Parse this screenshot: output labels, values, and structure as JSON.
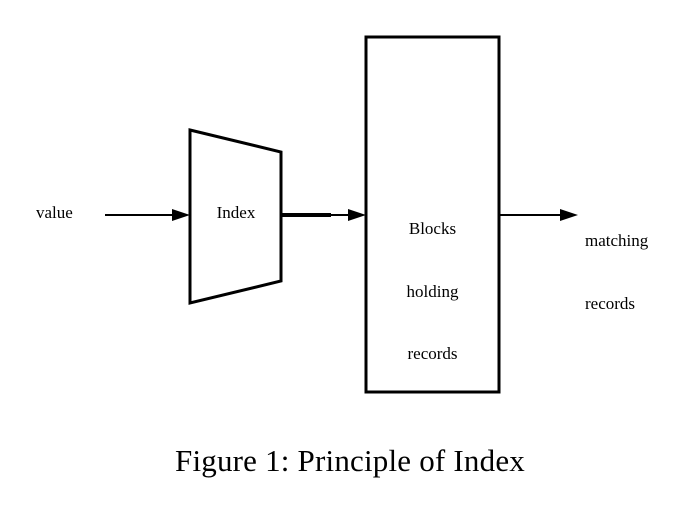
{
  "figure": {
    "caption": "Figure 1: Principle of Index",
    "background_color": "#ffffff",
    "stroke_color": "#000000"
  },
  "diagram": {
    "type": "flow-diagram",
    "nodes": [
      {
        "id": "input-value",
        "shape": "text",
        "label": "value"
      },
      {
        "id": "index",
        "shape": "trapezoid",
        "label": "Index"
      },
      {
        "id": "blocks",
        "shape": "rectangle",
        "label_lines": [
          "Blocks",
          "holding",
          "records"
        ],
        "line1": "Blocks",
        "line2": "holding",
        "line3": "records"
      },
      {
        "id": "output-records",
        "shape": "text",
        "label_lines": [
          "matching",
          "records"
        ],
        "line1": "matching",
        "line2": "records"
      }
    ],
    "edges": [
      {
        "id": "edge-value-index",
        "from": "input-value",
        "to": "index",
        "arrowhead": "filled-triangle"
      },
      {
        "id": "edge-index-blocks",
        "from": "index",
        "to": "blocks",
        "arrowhead": "filled-triangle"
      },
      {
        "id": "edge-blocks-output",
        "from": "blocks",
        "to": "output-records",
        "arrowhead": "filled-triangle"
      }
    ]
  }
}
